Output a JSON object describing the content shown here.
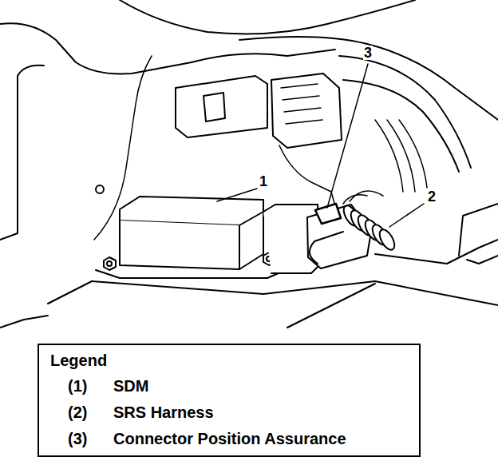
{
  "diagram": {
    "nodes": [
      {
        "text": [
          "Legend",
          "(1)",
          "SDM",
          "(2)",
          "SRS Harness",
          "(3)",
          "Connector Position Assurance"
        ]
      }
    ],
    "labels": [
      "1",
      "2",
      "3"
    ]
  }
}
